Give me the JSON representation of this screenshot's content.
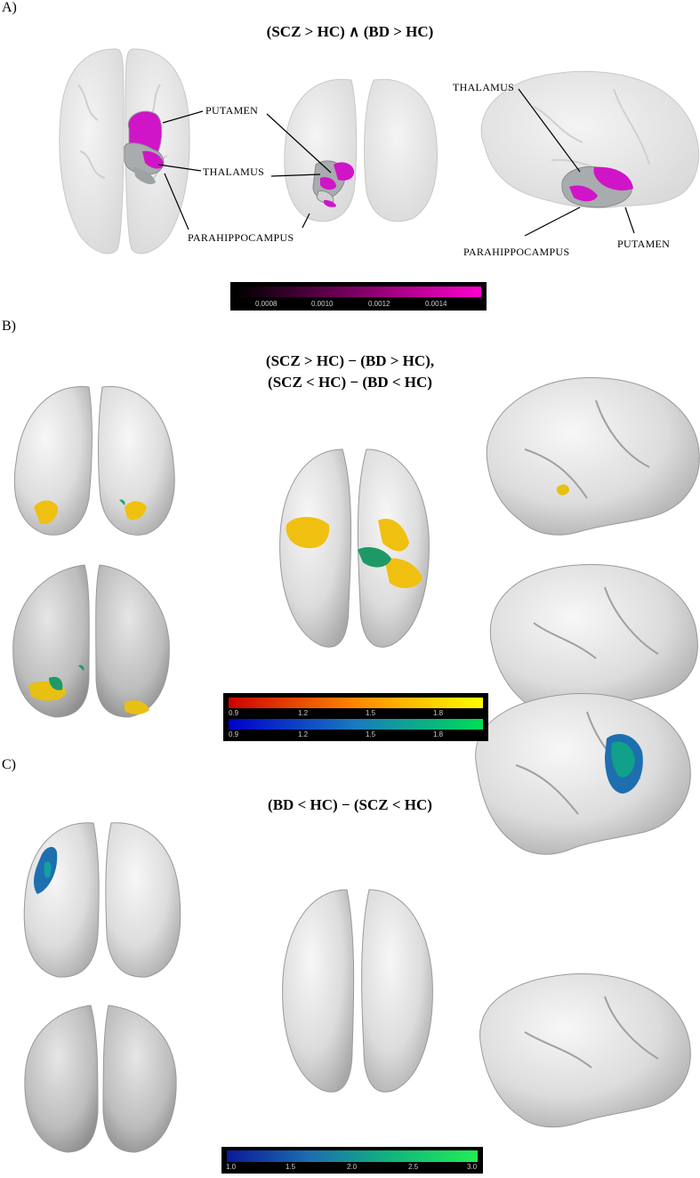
{
  "panels": [
    {
      "label": "A)",
      "title": "(SCZ > HC) ∧ (BD > HC)",
      "annotations": {
        "putamen_1": "PUTAMEN",
        "thalamus_1": "THALAMUS",
        "parahippocampus_1": "PARAHIPPOCAMPUS",
        "thalamus_2": "THALAMUS",
        "parahippocampus_2": "PARAHIPPOCAMPUS",
        "putamen_2": "PUTAMEN"
      },
      "colorbar": {
        "colors": [
          "#000000",
          "#ff00cc"
        ],
        "ticks": [
          "0.0008",
          "0.0010",
          "0.0012",
          "0.0014"
        ]
      }
    },
    {
      "label": "B)",
      "title_line1": "(SCZ > HC) − (BD > HC),",
      "title_line2": "(SCZ < HC) − (BD < HC)",
      "colorbar_warm": {
        "colors": [
          "#cc0000",
          "#ff8800",
          "#ffff00"
        ],
        "ticks": [
          "0.9",
          "1.2",
          "1.5",
          "1.8"
        ]
      },
      "colorbar_cool": {
        "colors": [
          "#0000cc",
          "#1a7abf",
          "#00dd55"
        ],
        "ticks": [
          "0.9",
          "1.2",
          "1.5",
          "1.8"
        ]
      }
    },
    {
      "label": "C)",
      "title": "(BD < HC) − (SCZ < HC)",
      "colorbar": {
        "colors": [
          "#0a1a9a",
          "#1d6fb0",
          "#11b77a",
          "#22ee55"
        ],
        "ticks": [
          "1.0",
          "1.5",
          "2.0",
          "2.5",
          "3.0"
        ]
      }
    }
  ]
}
